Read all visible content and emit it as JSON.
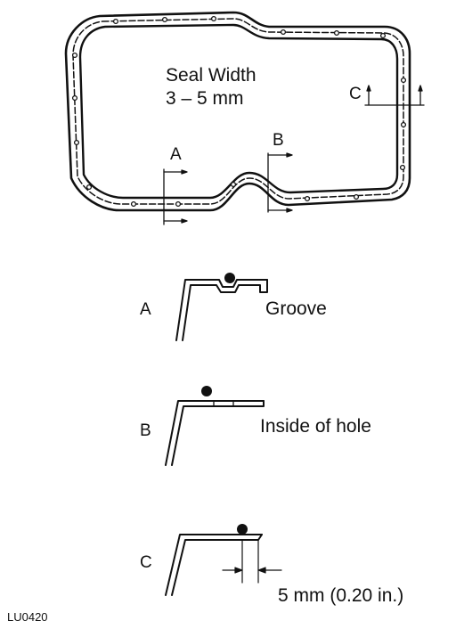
{
  "diagram": {
    "seal_width_label": "Seal Width",
    "seal_width_value": "3 – 5 mm",
    "section_a": "A",
    "section_b": "B",
    "section_c": "C",
    "detail_a_label": "A",
    "detail_a_note": "Groove",
    "detail_b_label": "B",
    "detail_b_note": "Inside of hole",
    "detail_c_label": "C",
    "detail_c_note": "5 mm (0.20 in.)",
    "figure_code": "LU0420"
  }
}
